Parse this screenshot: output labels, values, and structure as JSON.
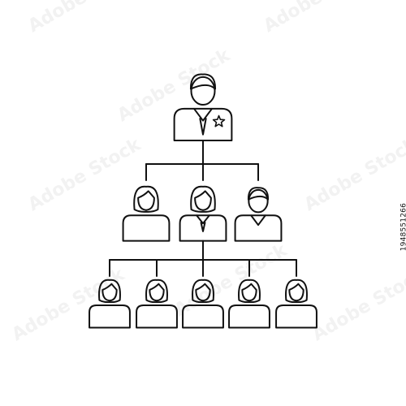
{
  "diagram": {
    "type": "org-chart",
    "line_color": "#111111",
    "background_color": "#ffffff",
    "levels": [
      {
        "level": 1,
        "people": [
          {
            "role": "boss",
            "gender": "male",
            "badge": "star-icon"
          }
        ]
      },
      {
        "level": 2,
        "people": [
          {
            "role": "employee",
            "gender": "female"
          },
          {
            "role": "employee",
            "gender": "female-tie"
          },
          {
            "role": "employee",
            "gender": "male"
          }
        ]
      },
      {
        "level": 3,
        "people": [
          {
            "role": "employee",
            "gender": "female"
          },
          {
            "role": "employee",
            "gender": "female"
          },
          {
            "role": "employee",
            "gender": "female"
          },
          {
            "role": "employee",
            "gender": "female"
          },
          {
            "role": "employee",
            "gender": "female"
          }
        ]
      }
    ]
  },
  "watermark": {
    "stock_id": "1948551266",
    "logo": "Adobe Stock"
  }
}
